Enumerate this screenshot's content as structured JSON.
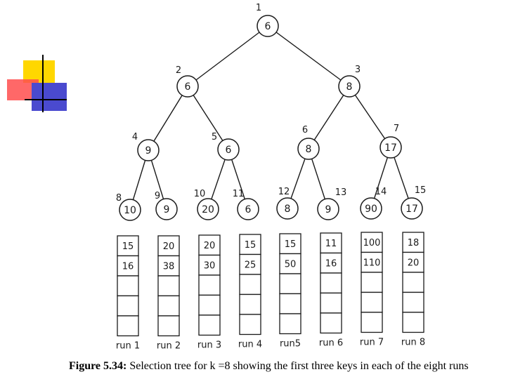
{
  "colors": {
    "ink": "#1a1a1a",
    "deco_yellow": "#ffd700",
    "deco_red": "#ff4d4d",
    "deco_blue": "#4a4acf"
  },
  "tree": {
    "nodes": [
      {
        "index": "1",
        "key": "6"
      },
      {
        "index": "2",
        "key": "6"
      },
      {
        "index": "3",
        "key": "8"
      },
      {
        "index": "4",
        "key": "9"
      },
      {
        "index": "5",
        "key": "6"
      },
      {
        "index": "6",
        "key": "8"
      },
      {
        "index": "7",
        "key": "17"
      },
      {
        "index": "8",
        "key": "10"
      },
      {
        "index": "9",
        "key": "9"
      },
      {
        "index": "10",
        "key": "20"
      },
      {
        "index": "11",
        "key": "6"
      },
      {
        "index": "12",
        "key": "8"
      },
      {
        "index": "13",
        "key": "9"
      },
      {
        "index": "14",
        "key": "90"
      },
      {
        "index": "15",
        "key": "17"
      }
    ]
  },
  "runs": [
    {
      "label": "run 1",
      "keys": [
        "15",
        "16"
      ]
    },
    {
      "label": "run 2",
      "keys": [
        "20",
        "38"
      ]
    },
    {
      "label": "run 3",
      "keys": [
        "20",
        "30"
      ]
    },
    {
      "label": "run 4",
      "keys": [
        "15",
        "25"
      ]
    },
    {
      "label": "run5",
      "keys": [
        "15",
        "50"
      ]
    },
    {
      "label": "run 6",
      "keys": [
        "11",
        "16"
      ]
    },
    {
      "label": "run 7",
      "keys": [
        "100",
        "110"
      ]
    },
    {
      "label": "run 8",
      "keys": [
        "18",
        "20"
      ]
    }
  ],
  "caption": {
    "label": "Figure 5.34:",
    "text": " Selection tree for k =8 showing the first three keys in each of the eight runs"
  }
}
